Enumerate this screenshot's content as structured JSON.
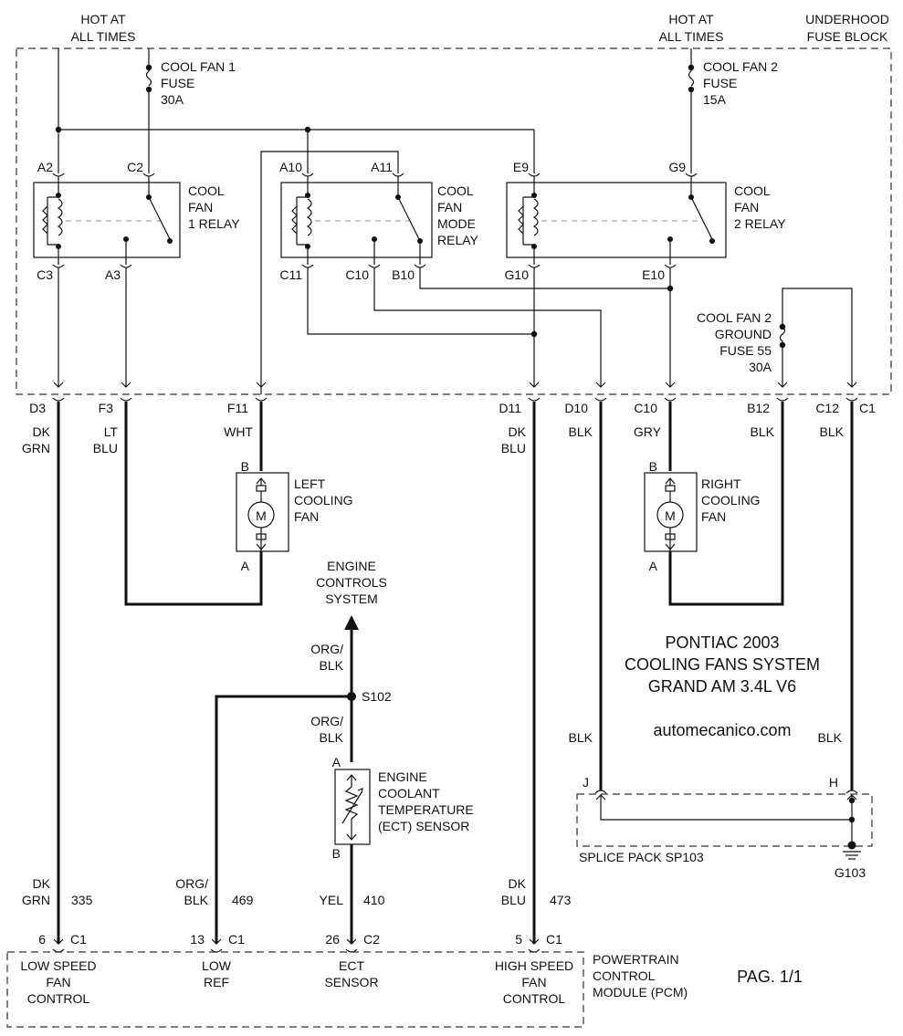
{
  "title": {
    "line1": "PONTIAC 2003",
    "line2": "COOLING FANS SYSTEM",
    "line3": "GRAND AM 3.4L V6",
    "site": "automecanico.com",
    "page": "PAG. 1/1"
  },
  "fuse_block": {
    "label_1": "UNDERHOOD",
    "label_2": "FUSE BLOCK",
    "hot_left_1": "HOT AT",
    "hot_left_2": "ALL TIMES",
    "hot_right_1": "HOT AT",
    "hot_right_2": "ALL TIMES",
    "fuse1": [
      "COOL FAN 1",
      "FUSE",
      "30A"
    ],
    "fuse2": [
      "COOL FAN 2",
      "FUSE",
      "15A"
    ],
    "fuse55": [
      "COOL FAN 2",
      "GROUND",
      "FUSE 55",
      "30A"
    ],
    "relay1": [
      "COOL",
      "FAN",
      "1 RELAY"
    ],
    "relay_mode": [
      "COOL",
      "FAN",
      "MODE",
      "RELAY"
    ],
    "relay2": [
      "COOL",
      "FAN",
      "2 RELAY"
    ],
    "pins_top": {
      "a2": "A2",
      "c2": "C2",
      "a10": "A10",
      "a11": "A11",
      "e9": "E9",
      "g9": "G9"
    },
    "pins_bottom": {
      "c3": "C3",
      "a3": "A3",
      "c11": "C11",
      "c10": "C10",
      "b10": "B10",
      "g10": "G10",
      "e10": "E10"
    },
    "connectors": {
      "d3": "D3",
      "f3": "F3",
      "f11": "F11",
      "d11": "D11",
      "d10": "D10",
      "c10": "C10",
      "b12": "B12",
      "c12": "C12",
      "c1": "C1"
    }
  },
  "wires": {
    "d3_color": [
      "DK",
      "GRN"
    ],
    "f3_color": [
      "LT",
      "BLU"
    ],
    "f11_color": "WHT",
    "d11_color": [
      "DK",
      "BLU"
    ],
    "d10_color": "BLK",
    "c10_color": "GRY",
    "b12_color": "BLK",
    "c12_color": "BLK",
    "blk_left": "BLK",
    "blk_right": "BLK",
    "org_blk_top": [
      "ORG/",
      "BLK"
    ],
    "org_blk_mid": [
      "ORG/",
      "BLK"
    ],
    "pcm_335": {
      "color": [
        "DK",
        "GRN"
      ],
      "circuit": "335"
    },
    "pcm_469": {
      "color": [
        "ORG/",
        "BLK"
      ],
      "circuit": "469"
    },
    "pcm_410": {
      "color": "YEL",
      "circuit": "410"
    },
    "pcm_473": {
      "color": [
        "DK",
        "BLU"
      ],
      "circuit": "473"
    }
  },
  "fans": {
    "left": [
      "LEFT",
      "COOLING",
      "FAN"
    ],
    "right": [
      "RIGHT",
      "COOLING",
      "FAN"
    ],
    "motor": "M",
    "pin_b": "B",
    "pin_a": "A"
  },
  "ecs": [
    "ENGINE",
    "CONTROLS",
    "SYSTEM"
  ],
  "splice": "S102",
  "ect": {
    "label": [
      "ENGINE",
      "COOLANT",
      "TEMPERATURE",
      "(ECT) SENSOR"
    ],
    "pin_a": "A",
    "pin_b": "B"
  },
  "splice_pack": {
    "label": "SPLICE PACK SP103",
    "pin_j": "J",
    "pin_h": "H",
    "ground": "G103"
  },
  "pcm": {
    "label": [
      "POWERTRAIN",
      "CONTROL",
      "MODULE (PCM)"
    ],
    "pins": [
      {
        "num": "6",
        "conn": "C1",
        "name": [
          "LOW SPEED",
          "FAN",
          "CONTROL"
        ]
      },
      {
        "num": "13",
        "conn": "C1",
        "name": [
          "LOW",
          "REF"
        ]
      },
      {
        "num": "26",
        "conn": "C2",
        "name": [
          "ECT",
          "SENSOR"
        ]
      },
      {
        "num": "5",
        "conn": "C1",
        "name": [
          "HIGH SPEED",
          "FAN",
          "CONTROL"
        ]
      }
    ]
  }
}
